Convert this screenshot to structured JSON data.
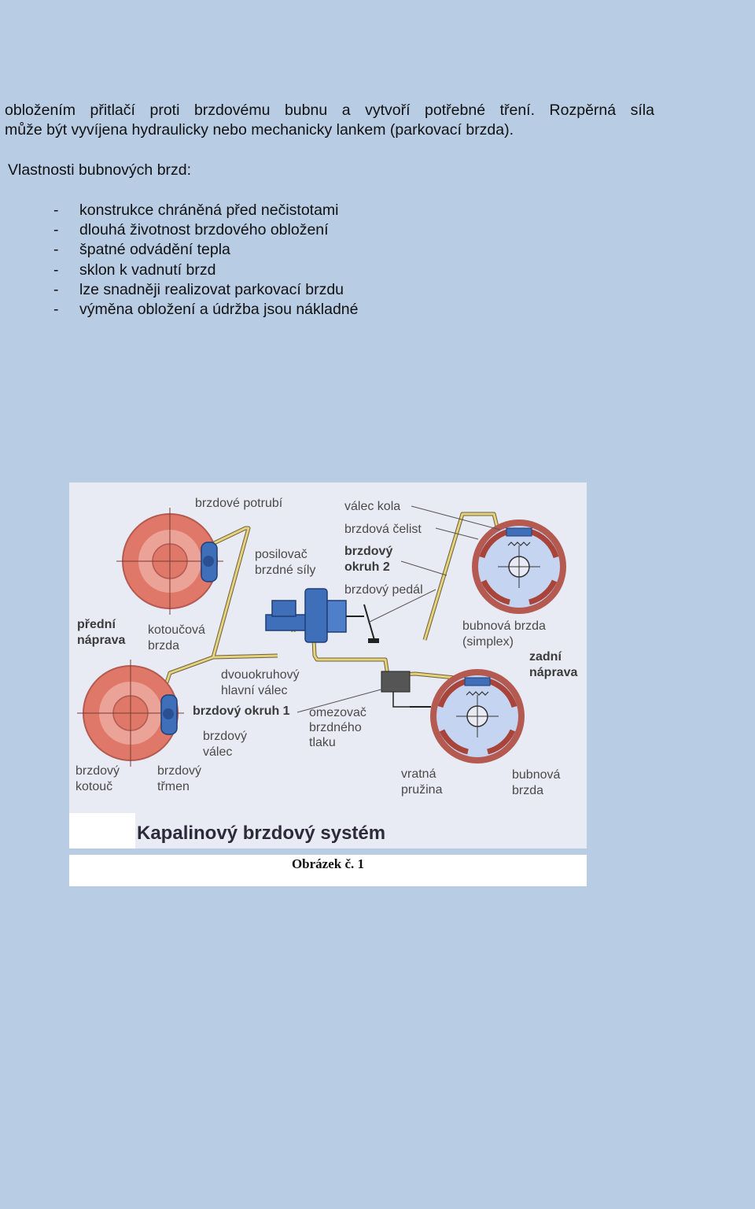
{
  "paragraph": {
    "line1": "obložením přitlačí proti brzdovému bubnu a vytvoří potřebné tření. Rozpěrná síla",
    "line2": "může být vyvíjena hydraulicky nebo mechanicky lankem (parkovací brzda)."
  },
  "heading": "Vlastnosti bubnových brzd:",
  "properties": [
    "konstrukce chráněná před nečistotami",
    "dlouhá životnost brzdového obložení",
    "špatné odvádění tepla",
    "sklon k vadnutí brzd",
    "lze snadněji realizovat parkovací brzdu",
    "výměna obložení a údržba jsou nákladné"
  ],
  "bullet": "-",
  "figure": {
    "title": "Kapalinový brzdový systém",
    "labels": {
      "brzdove_potrubi": "brzdové potrubí",
      "valec_kola": "válec kola",
      "brzdova_celist": "brzdová čelist",
      "brzdovy_okruh_2_a": "brzdový",
      "brzdovy_okruh_2_b": "okruh 2",
      "brzdovy_pedal": "brzdový pedál",
      "posilovac_a": "posilovač",
      "posilovac_b": "brzdné síly",
      "predni_a": "přední",
      "predni_b": "náprava",
      "kotoucova_a": "kotoučová",
      "kotoucova_b": "brzda",
      "bubnova_simplex_a": "bubnová brzda",
      "bubnova_simplex_b": "(simplex)",
      "zadni_a": "zadní",
      "zadni_b": "náprava",
      "dvouokruhovy_a": "dvouokruhový",
      "dvouokruhovy_b": "hlavní válec",
      "brzdovy_okruh_1": "brzdový okruh 1",
      "omezovac_a": "omezovač",
      "omezovac_b": "brzdného",
      "omezovac_c": "tlaku",
      "brzdovy_valec_a": "brzdový",
      "brzdovy_valec_b": "válec",
      "brzdovy_kotouc_a": "brzdový",
      "brzdovy_kotouc_b": "kotouč",
      "brzdovy_trmen_a": "brzdový",
      "brzdovy_trmen_b": "třmen",
      "vratna_a": "vratná",
      "vratna_b": "pružina",
      "bubnova_a": "bubnová",
      "bubnova_b": "brzda"
    },
    "colors": {
      "disc": "#e0786a",
      "drum": "#c5d4f0",
      "pipe": "#e6d27a",
      "cylinder": "#3f6fb8"
    }
  },
  "caption": "Obrázek č. 1"
}
